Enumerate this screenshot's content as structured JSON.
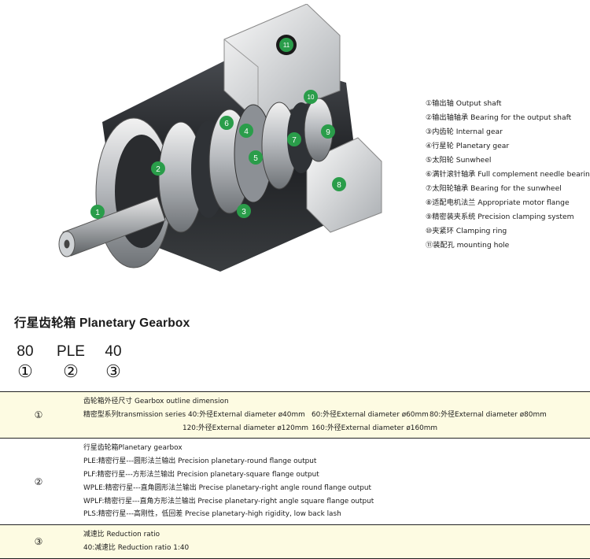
{
  "legend": [
    {
      "num": "①",
      "text": "输出轴 Output shaft"
    },
    {
      "num": "②",
      "text": "输出轴轴承 Bearing for the output shaft"
    },
    {
      "num": "③",
      "text": "内齿轮 Internal gear"
    },
    {
      "num": "④",
      "text": "行星轮 Planetary gear"
    },
    {
      "num": "⑤",
      "text": "太阳轮 Sunwheel"
    },
    {
      "num": "⑥",
      "text": "满针滚针轴承 Full complement needle bearing"
    },
    {
      "num": "⑦",
      "text": "太阳轮轴承 Bearing for the sunwheel"
    },
    {
      "num": "⑧",
      "text": "适配电机法兰 Appropriate motor flange"
    },
    {
      "num": "⑨",
      "text": "精密装夹系统 Precision clamping system"
    },
    {
      "num": "⑩",
      "text": "夹紧环 Clamping ring"
    },
    {
      "num": "⑪",
      "text": "装配孔 mounting hole"
    }
  ],
  "callouts": [
    "1",
    "2",
    "3",
    "4",
    "5",
    "6",
    "7",
    "8",
    "9",
    "10",
    "11"
  ],
  "title": "行星齿轮箱 Planetary Gearbox",
  "code": [
    {
      "text": "80",
      "num": "①"
    },
    {
      "text": "PLE",
      "num": "②"
    },
    {
      "text": "40",
      "num": "③"
    }
  ],
  "table": {
    "row1": {
      "index": "①",
      "heading": "齿轮箱外径尺寸 Gearbox outline dimension",
      "series_label": "精密型系列transmission series 40:外径External diameter ø40mm",
      "d60": "60:外径External diameter ø60mm",
      "d80": "80:外径External diameter ø80mm",
      "d120": "120:外径External diameter ø120mm",
      "d160": "160:外径External diameter ø160mm"
    },
    "row2": {
      "index": "②",
      "heading": "行星齿轮箱Planetary gearbox",
      "lines": [
        "PLE:精密行星---圆形法兰输出 Precision planetary-round flange output",
        "PLF:精密行星---方形法兰输出 Precision planetary-square flange output",
        "WPLE:精密行星---直角圆形法兰输出 Precise planetary-right angle round flange output",
        "WPLF:精密行星---直角方形法兰输出 Precise planetary-right angle square flange output",
        "PLS:精密行星---高刚性，低回差 Precise planetary-high rigidity, low back lash"
      ]
    },
    "row3": {
      "index": "③",
      "heading": "减速比 Reduction ratio",
      "ratio": "40:减速比 Reduction ratio 1:40"
    }
  }
}
